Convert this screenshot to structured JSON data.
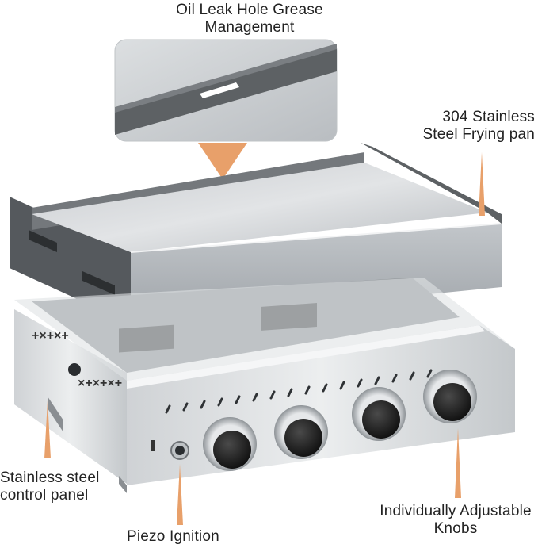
{
  "labels": {
    "oil_leak": [
      "Oil Leak Hole Grease",
      "Management"
    ],
    "frying_pan": [
      "304 Stainless",
      "Steel Frying pan"
    ],
    "control_panel": [
      "Stainless steel",
      "control panel"
    ],
    "piezo": "Piezo Ignition",
    "knobs": [
      "Individually Adjustable",
      "Knobs"
    ]
  },
  "colors": {
    "accent": "#e8a06a",
    "steel_light": "#d9dbdd",
    "steel_mid": "#b8bcc0",
    "steel_dark": "#6b6f73",
    "knob_black": "#1a1a1a"
  }
}
